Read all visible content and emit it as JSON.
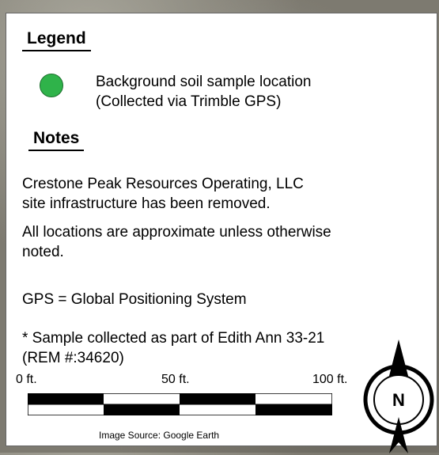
{
  "legend": {
    "title": "Legend",
    "items": [
      {
        "icon": "green-circle-icon",
        "color": "#2fb34a",
        "label_line1": "Background soil sample location",
        "label_line2": "(Collected via Trimble GPS)"
      }
    ]
  },
  "notes": {
    "title": "Notes",
    "items": [
      "Crestone Peak Resources Operating, LLC\nsite infrastructure has been removed.",
      "All locations are approximate unless otherwise\nnoted.",
      "GPS = Global Positioning System",
      "* Sample collected as part of Edith Ann 33-21\n(REM #:34620)"
    ]
  },
  "scale": {
    "labels": [
      "0 ft.",
      "50 ft.",
      "100 ft."
    ]
  },
  "north_arrow": {
    "label": "N",
    "icon": "north-arrow-icon"
  },
  "image_source": "Image Source:  Google Earth"
}
